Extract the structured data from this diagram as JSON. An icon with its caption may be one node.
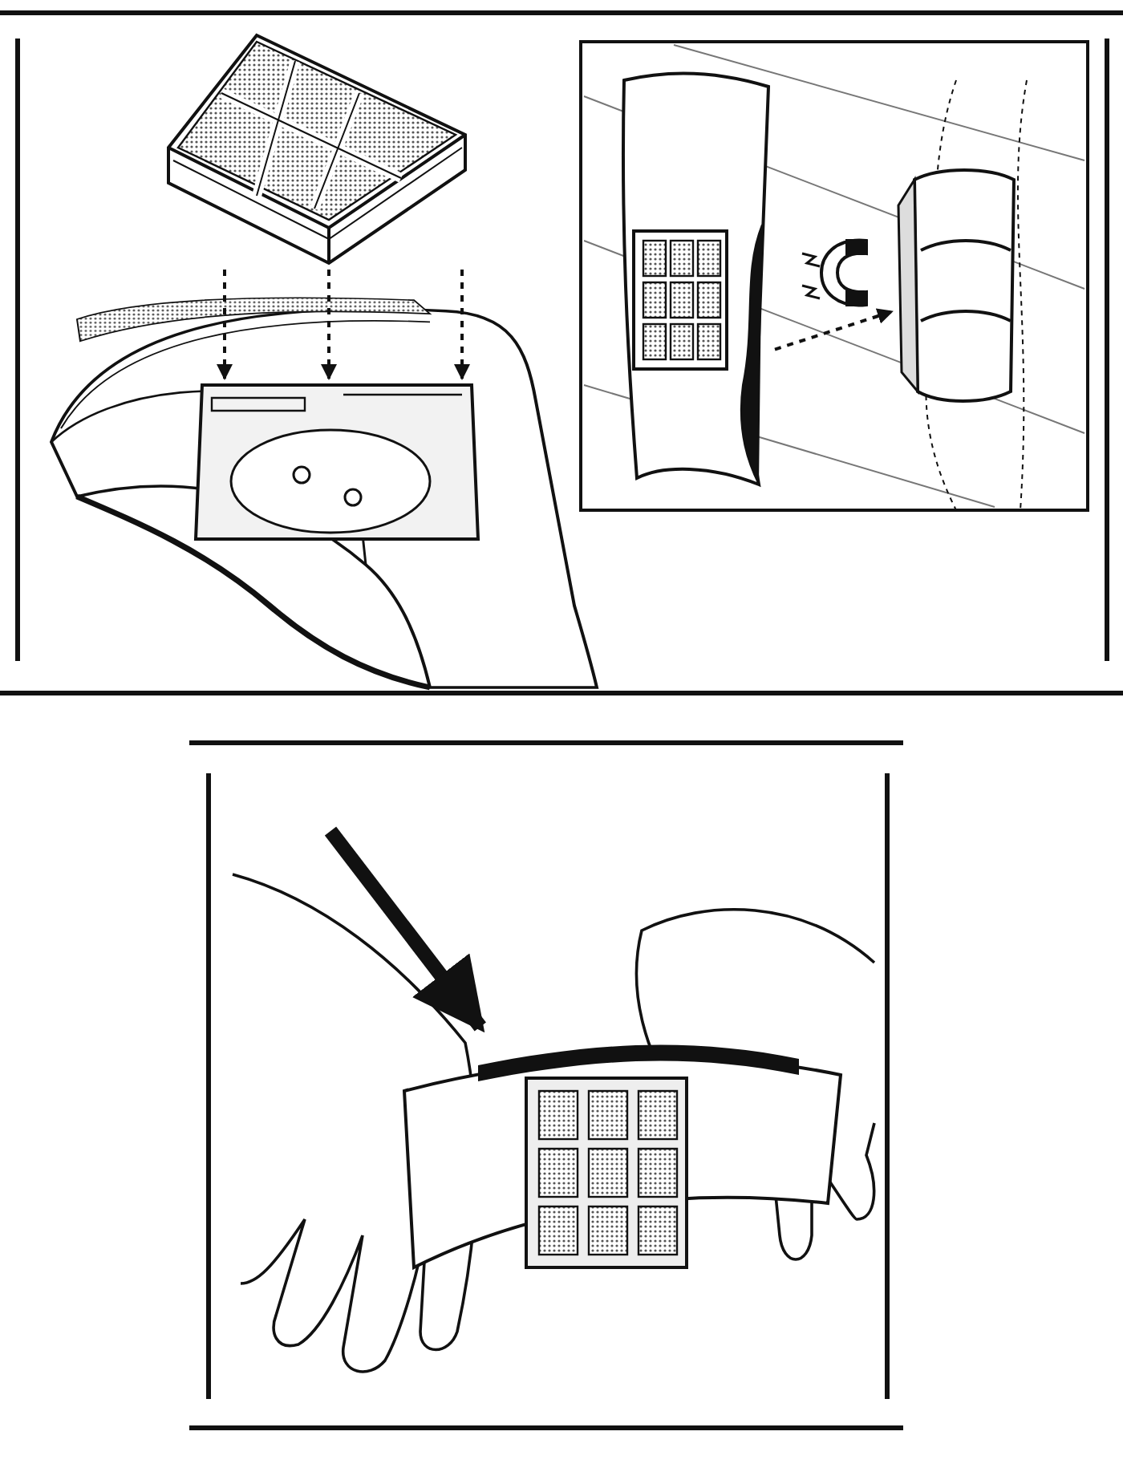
{
  "diagram": {
    "nodes": [
      {
        "text": [],
        "shape": "picture"
      },
      {
        "text": [],
        "shape": "picture"
      },
      {
        "text": [],
        "shape": "picture",
        "in": 1
      },
      {
        "text": [],
        "shape": "picture"
      },
      {
        "text": [],
        "shape": "picture"
      },
      {
        "text": [],
        "shape": "picture"
      }
    ],
    "edges": [
      {
        "from": 0,
        "to": 2,
        "arrow": "to",
        "style": "dashed"
      },
      {
        "from": 0,
        "to": 2,
        "arrow": "to",
        "style": "dashed"
      },
      {
        "from": 0,
        "to": 2,
        "arrow": "to",
        "style": "dashed"
      },
      {
        "from": 3,
        "to": 4,
        "arrow": "to",
        "style": "dashed"
      },
      {
        "from": null,
        "to": 5,
        "arrow": "to",
        "style": "thick"
      }
    ]
  }
}
